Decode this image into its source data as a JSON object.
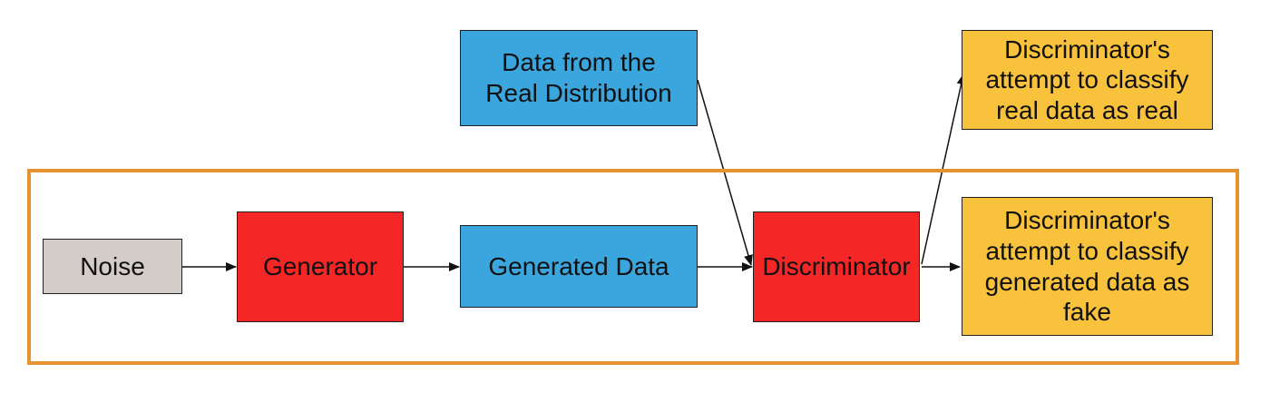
{
  "colors": {
    "frame": "#E6922F",
    "noise": "#D3CCC8",
    "model": "#F42626",
    "data": "#3AA6DD",
    "output": "#F8C23C",
    "arrow": "#111111"
  },
  "nodes": {
    "noise": {
      "label": "Noise"
    },
    "generator": {
      "label": "Generator"
    },
    "generated_data": {
      "label": "Generated Data"
    },
    "real_data": {
      "label": "Data from the\nReal Distribution"
    },
    "discriminator": {
      "label": "Discriminator"
    },
    "output_real": {
      "label": "Discriminator's\nattempt to classify\nreal data as real"
    },
    "output_fake": {
      "label": "Discriminator's\nattempt to classify\ngenerated data as\nfake"
    }
  },
  "edges": [
    {
      "from": "noise",
      "to": "generator"
    },
    {
      "from": "generator",
      "to": "generated_data"
    },
    {
      "from": "generated_data",
      "to": "discriminator"
    },
    {
      "from": "real_data",
      "to": "discriminator"
    },
    {
      "from": "discriminator",
      "to": "output_real"
    },
    {
      "from": "discriminator",
      "to": "output_fake"
    }
  ]
}
